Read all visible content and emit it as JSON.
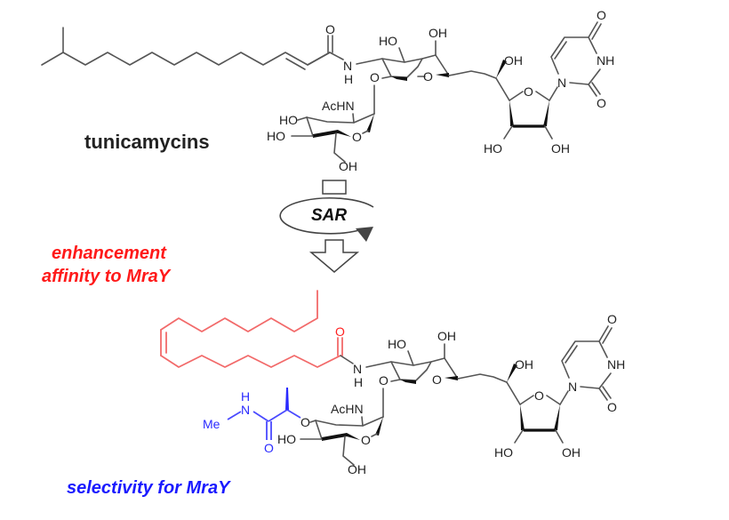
{
  "figure": {
    "type": "chemical-structure-scheme",
    "top_compound": {
      "name_label": "tunicamycins",
      "atom_labels": {
        "amide_O": "O",
        "amide_N": "N",
        "amide_H": "H",
        "gal_HO": "HO",
        "gal_OH": "OH",
        "ring_O1": "O",
        "ring_O2": "O",
        "glyco_O": "O",
        "acHN": "AcHN",
        "glc_HO1": "HO",
        "glc_HO2": "HO",
        "glc_ring_O": "O",
        "glc_OH": "OH",
        "side_OH": "OH",
        "furanose_O": "O",
        "rib_HO": "HO",
        "rib_OH": "OH",
        "uracil_O_top": "O",
        "uracil_NH": "NH",
        "uracil_N": "N",
        "uracil_O_bottom": "O"
      }
    },
    "process": {
      "label": "SAR"
    },
    "annotations": {
      "red_line1": "enhancement",
      "red_line2": "affinity to MraY",
      "blue_line": "selectivity for MraY"
    },
    "bottom_compound": {
      "atom_labels": {
        "amide_O": "O",
        "amide_N": "N",
        "amide_H": "H",
        "gal_HO": "HO",
        "gal_OH": "OH",
        "ring_O1": "O",
        "ring_O2": "O",
        "glyco_O": "O",
        "acHN": "AcHN",
        "glc_HO": "HO",
        "glc_ether_O": "O",
        "glc_ring_O": "O",
        "glc_OH": "OH",
        "me": "Me",
        "nh_H": "H",
        "nh_N": "N",
        "carbonyl_O": "O",
        "side_OH": "OH",
        "furanose_O": "O",
        "rib_HO": "HO",
        "rib_OH": "OH",
        "uracil_O_top": "O",
        "uracil_NH": "NH",
        "uracil_N": "N",
        "uracil_O_bottom": "O"
      }
    },
    "colors": {
      "modification_lipid": "#ff2020",
      "modification_selectivity": "#1a1aff",
      "default": "#222222"
    }
  }
}
